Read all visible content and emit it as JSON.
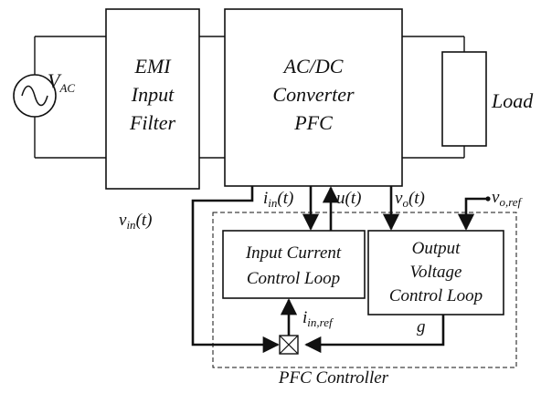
{
  "diagram": {
    "source": {
      "label": "V",
      "subscript": "AC"
    },
    "emi_filter": {
      "lines": [
        "EMI",
        "Input",
        "Filter"
      ]
    },
    "converter": {
      "lines": [
        "AC/DC",
        "Converter",
        "PFC"
      ]
    },
    "load": {
      "label": "Load"
    },
    "input_loop": {
      "lines": [
        "Input Current",
        "Control Loop"
      ]
    },
    "output_loop": {
      "lines": [
        "Output",
        "Voltage",
        "Control Loop"
      ]
    },
    "controller": {
      "label": "PFC Controller"
    },
    "signals": {
      "vin": {
        "main": "v",
        "sub": "in",
        "tail": "(t)"
      },
      "iin": {
        "main": "i",
        "sub": "in",
        "tail": "(t)"
      },
      "u": {
        "main": "u(t)"
      },
      "vo": {
        "main": "v",
        "sub": "o",
        "tail": "(t)"
      },
      "voref": {
        "main": "v",
        "sub": "o,ref"
      },
      "iinref": {
        "main": "i",
        "sub": "in,ref"
      },
      "g": {
        "main": "g"
      }
    }
  }
}
